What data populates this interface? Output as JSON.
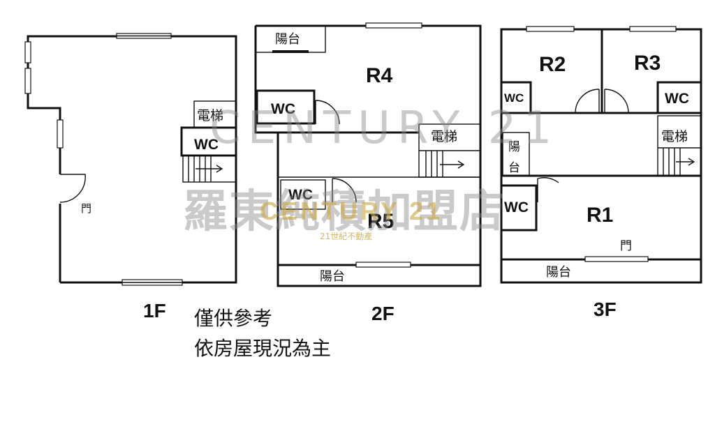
{
  "floors": {
    "f1": {
      "label": "1F",
      "elevator": "電梯",
      "wc": "WC",
      "door": "門"
    },
    "f2": {
      "label": "2F",
      "balcony_top": "陽台",
      "r4": "R4",
      "wc_a": "WC",
      "elevator": "電梯",
      "wc_b": "WC",
      "r5": "R5",
      "balcony_bottom": "陽台"
    },
    "f3": {
      "label": "3F",
      "r2": "R2",
      "r3": "R3",
      "wc_left": "WC",
      "wc_right": "WC",
      "balcony_side": "陽\n台",
      "elevator": "電梯",
      "wc_mid": "WC",
      "r1": "R1",
      "door": "門",
      "balcony_bottom": "陽台"
    }
  },
  "notes": {
    "line1": "僅供參考",
    "line2": "依房屋現況為主"
  },
  "watermark": {
    "brand": "CENTURY 21",
    "store": "羅東純積加盟店",
    "brand_gold": "CENTURY 21",
    "sub_gold": "21世紀不動產"
  }
}
